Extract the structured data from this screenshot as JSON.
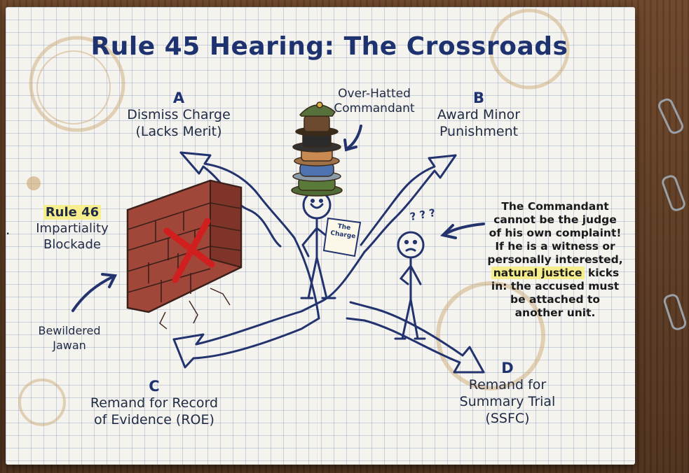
{
  "title": "Rule 45 Hearing: The Crossroads",
  "options": {
    "a": {
      "letter": "A",
      "line1": "Dismiss Charge",
      "line2": "(Lacks Merit)"
    },
    "b": {
      "letter": "B",
      "line1": "Award Minor",
      "line2": "Punishment"
    },
    "c": {
      "letter": "C",
      "line1": "Remand for Record",
      "line2": "of Evidence (ROE)"
    },
    "d": {
      "letter": "D",
      "line1": "Remand for",
      "line2": "Summary Trial",
      "line3": "(SSFC)"
    }
  },
  "commandant": {
    "line1": "Over-Hatted",
    "line2": "Commandant",
    "paper_line1": "The",
    "paper_line2": "Charge"
  },
  "wall": {
    "line1": "Rule 46",
    "line2": "Impartiality",
    "line3": "Blockade"
  },
  "jawan": {
    "line1": "Bewildered",
    "line2": "Jawan",
    "thought": "? ? ?"
  },
  "note": {
    "l1": "The Commandant",
    "l2": "cannot be the judge",
    "l3": "of his own complaint!",
    "l4": "If he is a witness or",
    "l5": "personally interested,",
    "l6a": "natural justice",
    "l6b": " kicks",
    "l7": "in: the accused must",
    "l8": "be attached to",
    "l9": "another unit."
  },
  "colors": {
    "ink": "#1e3270",
    "brick": "#a0473a",
    "cross": "#d11e1e",
    "highlight": "#f6ee8c",
    "paper": "#f5f3ee"
  }
}
